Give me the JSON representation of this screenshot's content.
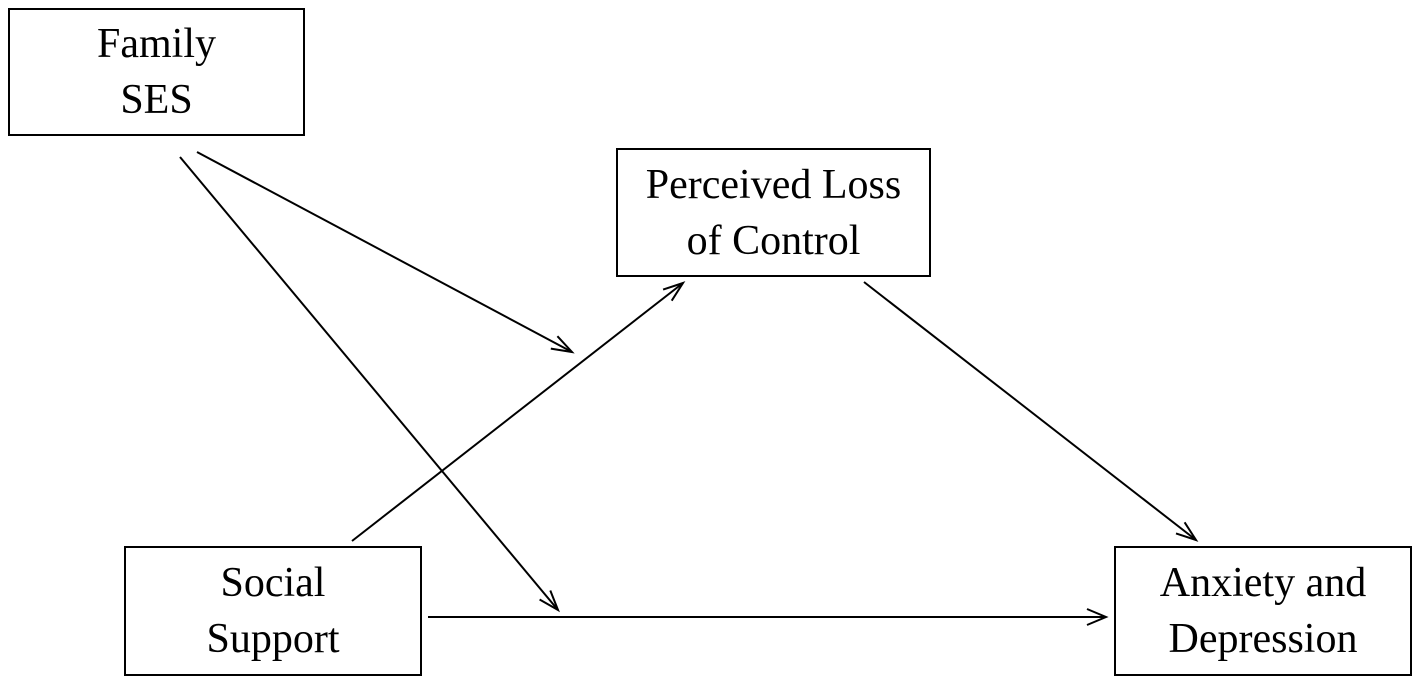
{
  "diagram": {
    "nodes": [
      {
        "id": "family-ses",
        "lines": [
          "Family",
          "SES"
        ]
      },
      {
        "id": "perceived-loss",
        "lines": [
          "Perceived Loss",
          "of Control"
        ]
      },
      {
        "id": "social-support",
        "lines": [
          "Social",
          "Support"
        ]
      },
      {
        "id": "anxiety-depression",
        "lines": [
          "Anxiety and",
          "Depression"
        ]
      }
    ],
    "edges": [
      {
        "from": "family-ses",
        "to": "social-support -> perceived-loss path"
      },
      {
        "from": "family-ses",
        "to": "social-support -> anxiety-depression path"
      },
      {
        "from": "social-support",
        "to": "perceived-loss"
      },
      {
        "from": "perceived-loss",
        "to": "anxiety-depression"
      },
      {
        "from": "social-support",
        "to": "anxiety-depression"
      }
    ],
    "colors": {
      "line": "#000000",
      "background": "#ffffff"
    }
  }
}
